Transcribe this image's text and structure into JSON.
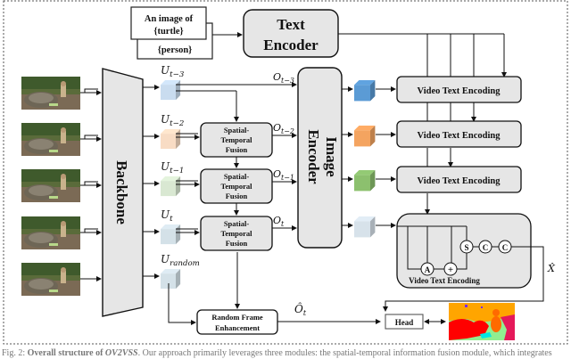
{
  "figure": {
    "prompt": {
      "front_line1": "An image of",
      "front_line2": "{turtle}",
      "back_line": "{person}"
    },
    "text_encoder": {
      "line1": "Text",
      "line2": "Encoder"
    },
    "backbone_label": "Backbone",
    "image_encoder": {
      "line1": "Image",
      "line2": "Encoder"
    },
    "frames": [
      {
        "name": "frame-1"
      },
      {
        "name": "frame-2"
      },
      {
        "name": "frame-3"
      },
      {
        "name": "frame-4"
      },
      {
        "name": "frame-5"
      }
    ],
    "features": [
      {
        "base": "U",
        "sub": "t−3",
        "color": "#c9dcef"
      },
      {
        "base": "U",
        "sub": "t−2",
        "color": "#f8dcc4"
      },
      {
        "base": "U",
        "sub": "t−1",
        "color": "#d9e8d2"
      },
      {
        "base": "U",
        "sub": "t",
        "color": "#d4e1e8"
      },
      {
        "base": "U",
        "sub": "random",
        "color": "#d4e1e8"
      }
    ],
    "outputs": [
      {
        "base": "O",
        "sub": "t−3"
      },
      {
        "base": "O",
        "sub": "t−2"
      },
      {
        "base": "O",
        "sub": "t−1"
      },
      {
        "base": "O",
        "sub": "t"
      }
    ],
    "fusion_modules": [
      {
        "line1": "Spatial-",
        "line2": "Temporal",
        "line3": "Fusion"
      },
      {
        "line1": "Spatial-",
        "line2": "Temporal",
        "line3": "Fusion"
      },
      {
        "line1": "Spatial-",
        "line2": "Temporal",
        "line3": "Fusion"
      }
    ],
    "encoded_cubes": [
      {
        "color": "#5b9bd5"
      },
      {
        "color": "#f4a460"
      },
      {
        "color": "#8cc06e"
      },
      {
        "color": "#d7e2ea"
      }
    ],
    "video_text_encoding": [
      {
        "label": "Video Text Encoding"
      },
      {
        "label": "Video Text Encoding"
      },
      {
        "label": "Video Text Encoding"
      },
      {
        "label": "Video Text Encoding"
      }
    ],
    "vte_ops": {
      "attention": "A",
      "add": "+",
      "softmax": "S",
      "conv1": "C",
      "conv2": "C"
    },
    "random_frame": {
      "line1": "Random Frame",
      "line2": "Enhancement"
    },
    "o_hat": {
      "base": "Ô",
      "sub": "t"
    },
    "x_hat": "X̂",
    "head_label": "Head",
    "segmentation_colors": {
      "sky": "#ffa500",
      "ground": "#ff0000",
      "grass": "#90ee90",
      "person": "#ff6a00",
      "water": "#00e5e5",
      "right": "#e5195a",
      "small": "#7b2cff"
    }
  },
  "caption": {
    "prefix": "Fig. 2: ",
    "bold": "Overall structure of ",
    "italic": "OV2VSS",
    "rest": ". Our approach primarily leverages three modules: the spatial-temporal information fusion module, which integrates"
  }
}
